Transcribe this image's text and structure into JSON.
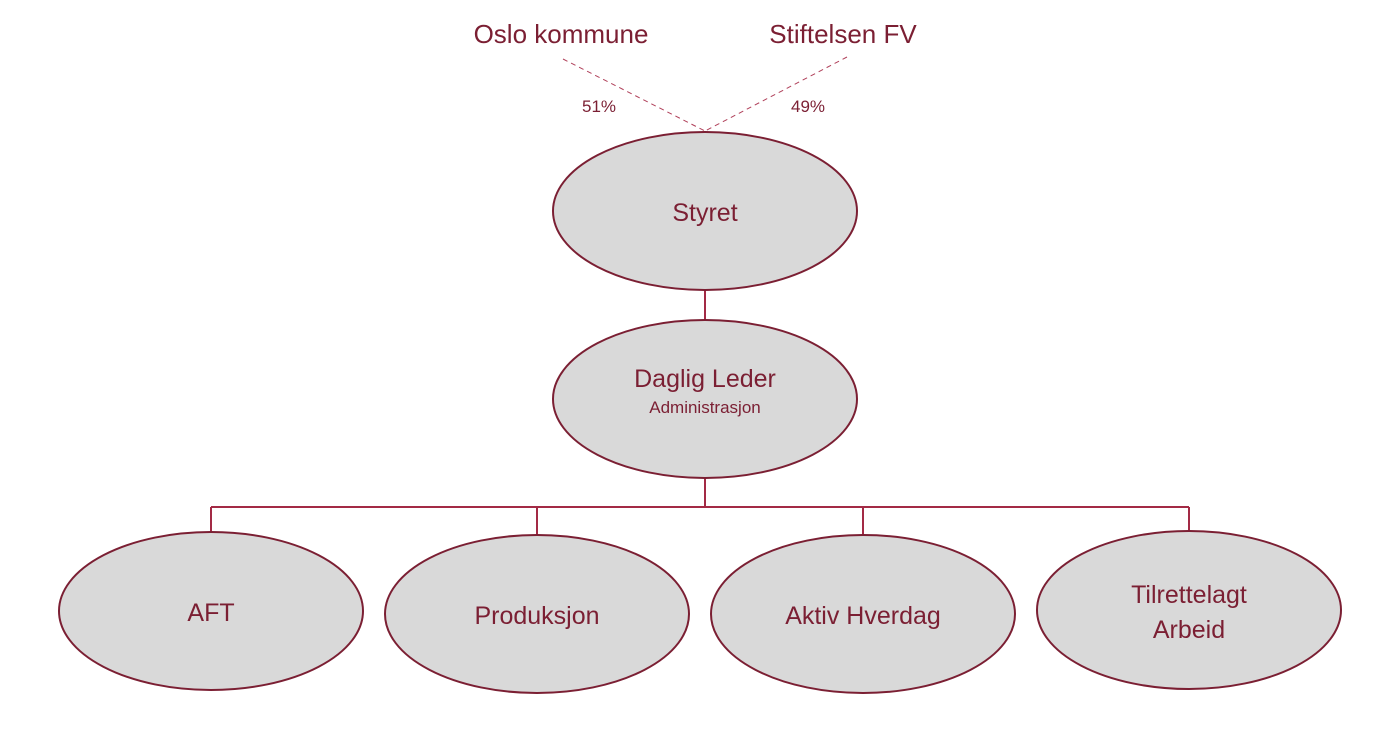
{
  "owners": [
    {
      "name": "Oslo kommune",
      "share": "51%"
    },
    {
      "name": "Stiftelsen FV",
      "share": "49%"
    }
  ],
  "board": {
    "title": "Styret"
  },
  "manager": {
    "title": "Daglig Leder",
    "subtitle": "Administrasjon"
  },
  "departments": [
    {
      "lines": [
        "AFT"
      ]
    },
    {
      "lines": [
        "Produksjon"
      ]
    },
    {
      "lines": [
        "Aktiv Hverdag"
      ]
    },
    {
      "lines": [
        "Tilrettelagt",
        "Arbeid"
      ]
    }
  ],
  "colors": {
    "accent": "#7b1f33",
    "connector": "#a32a45",
    "node_fill": "#d9d9d9"
  }
}
